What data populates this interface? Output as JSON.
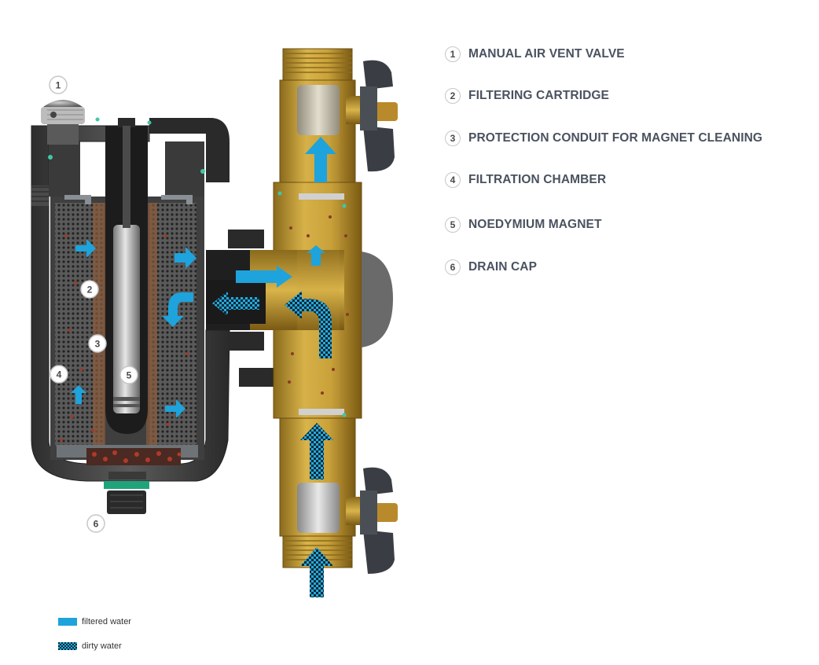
{
  "parts": [
    {
      "num": "1",
      "label": "MANUAL AIR VENT VALVE"
    },
    {
      "num": "2",
      "label": "FILTERING CARTRIDGE"
    },
    {
      "num": "3",
      "label": "PROTECTION CONDUIT FOR MAGNET CLEANING"
    },
    {
      "num": "4",
      "label": "FILTRATION CHAMBER"
    },
    {
      "num": "5",
      "label": "NOEDYMIUM MAGNET"
    },
    {
      "num": "6",
      "label": "DRAIN CAP"
    }
  ],
  "legend": {
    "filtered": "filtered water",
    "dirty": "dirty water"
  },
  "colors": {
    "filtered_water": "#1ea3dc",
    "dirty_water": "#0a2a38",
    "brass": "#c9a13a",
    "housing": "#3a3a3a",
    "text": "#4a5260"
  },
  "callouts": {
    "c1": "1",
    "c2": "2",
    "c3": "3",
    "c4": "4",
    "c5": "5",
    "c6": "6"
  }
}
